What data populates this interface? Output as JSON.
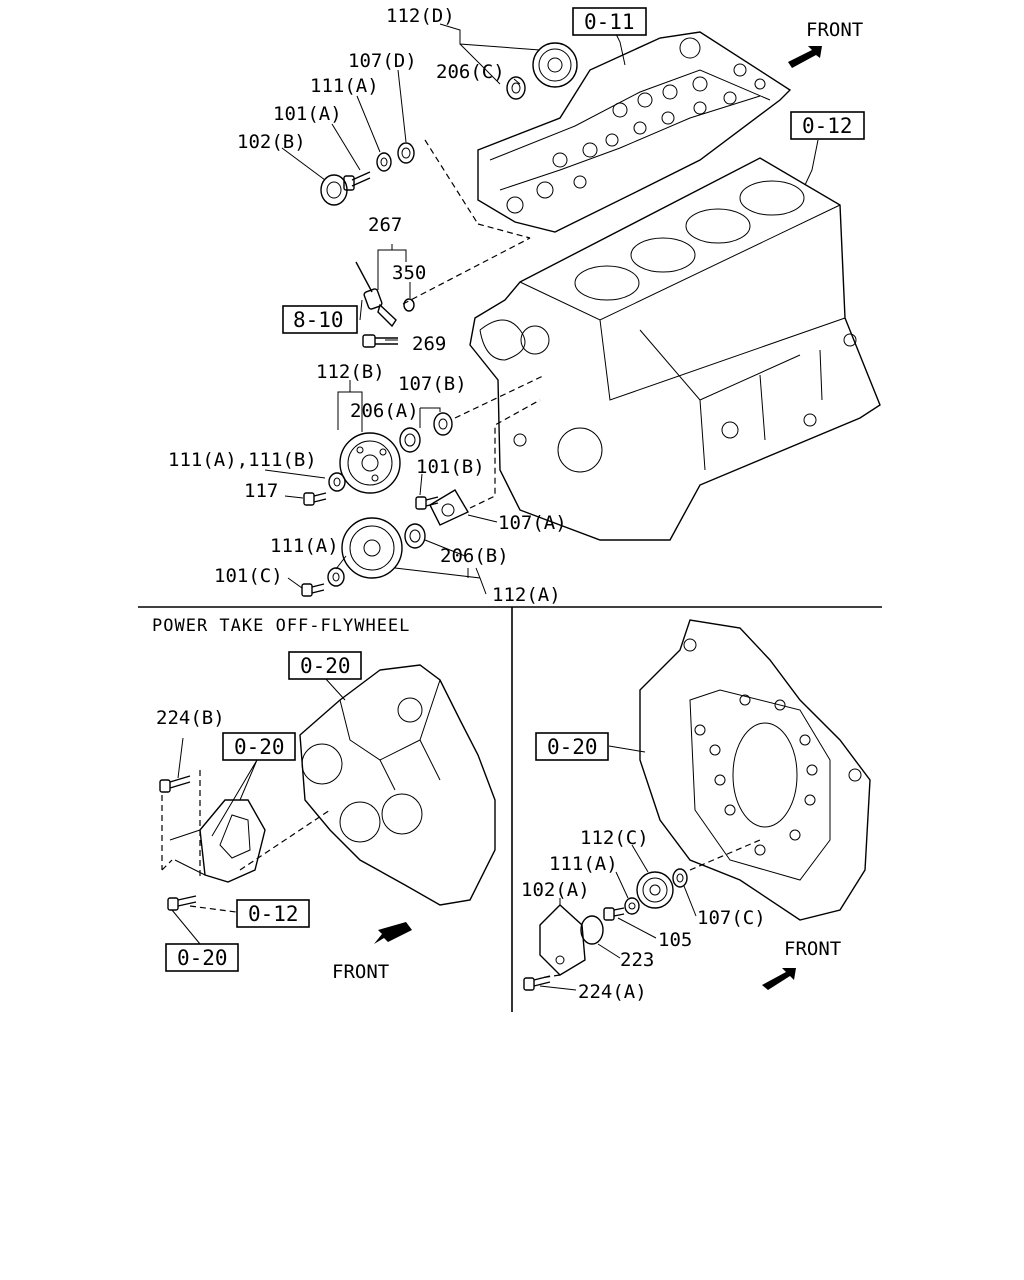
{
  "labels": {
    "l_112D": "112(D)",
    "l_107D": "107(D)",
    "l_206C": "206(C)",
    "l_111A_top": "111(A)",
    "l_101A": "101(A)",
    "l_102B": "102(B)",
    "l_267": "267",
    "l_350": "350",
    "l_269": "269",
    "l_112B": "112(B)",
    "l_107B": "107(B)",
    "l_206A": "206(A)",
    "l_111AB": "111(A),111(B)",
    "l_117": "117",
    "l_101B": "101(B)",
    "l_107A": "107(A)",
    "l_111A_mid": "111(A)",
    "l_206B": "206(B)",
    "l_101C": "101(C)",
    "l_112A": "112(A)",
    "l_224B": "224(B)",
    "l_112C": "112(C)",
    "l_111A_br": "111(A)",
    "l_102A": "102(A)",
    "l_105": "105",
    "l_107C": "107(C)",
    "l_223": "223",
    "l_224A": "224(A)"
  },
  "refs": {
    "r_011": "0-11",
    "r_012_top": "0-12",
    "r_810": "8-10",
    "r_020_a": "0-20",
    "r_020_b": "0-20",
    "r_012_bl": "0-12",
    "r_020_c": "0-20",
    "r_020_br": "0-20"
  },
  "section_title": "POWER TAKE OFF-FLYWHEEL",
  "front": {
    "top": "FRONT",
    "bottom_left": "FRONT",
    "bottom_right": "FRONT"
  }
}
